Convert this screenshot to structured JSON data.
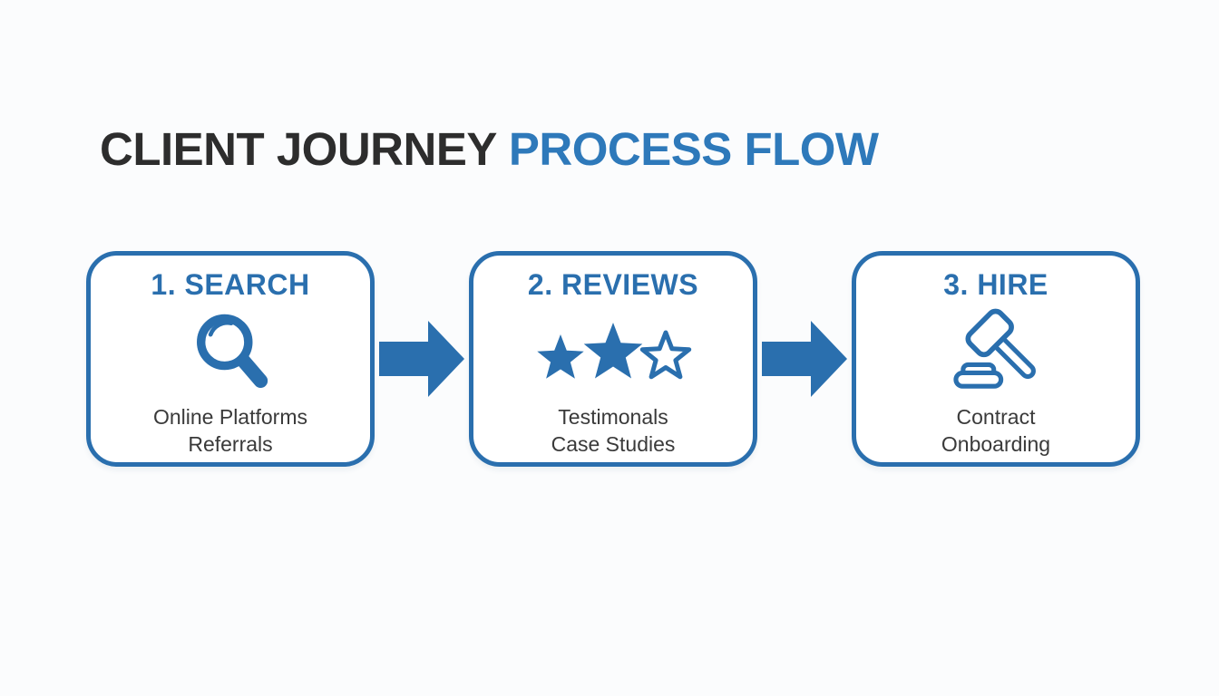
{
  "title": {
    "dark": "CLIENT JOURNEY",
    "accent": "PROCESS FLOW"
  },
  "colors": {
    "accent": "#2a6fae",
    "title_blue": "#2e79ba",
    "title_dark": "#2d2d2d",
    "text": "#3a3a3a",
    "background": "#fbfcfd",
    "box_fill": "#ffffff"
  },
  "steps": [
    {
      "heading": "1. SEARCH",
      "icon": "magnifier-icon",
      "lines": [
        "Online Platforms",
        "Referrals"
      ]
    },
    {
      "heading": "2. REVIEWS",
      "icon": "star-rating-icon",
      "rating": "2 of 3 stars filled",
      "lines": [
        "Testimonals",
        "Case Studies"
      ]
    },
    {
      "heading": "3. HIRE",
      "icon": "gavel-icon",
      "lines": [
        "Contract",
        "Onboarding"
      ]
    }
  ],
  "connectors": [
    {
      "icon": "arrow-right-icon"
    },
    {
      "icon": "arrow-right-icon"
    }
  ]
}
